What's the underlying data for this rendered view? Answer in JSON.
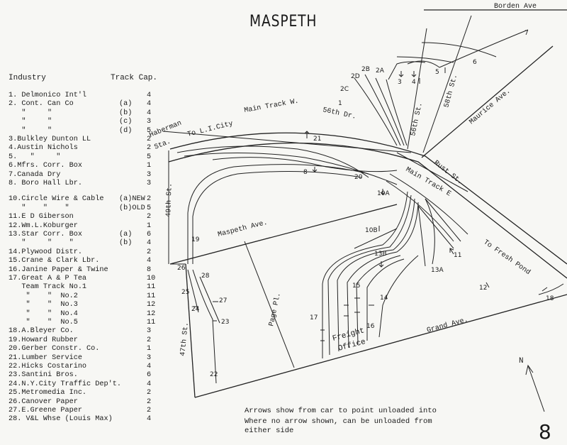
{
  "title": "MASPETH",
  "legend_header": {
    "industry": "Industry",
    "track_cap": "Track Cap."
  },
  "industries": [
    {
      "name": "1. Delmonico Int'l",
      "sub": "",
      "cap": "4"
    },
    {
      "name": "2. Cont. Can Co",
      "sub": "(a)",
      "cap": "4"
    },
    {
      "name": "   \"     \"",
      "sub": "(b)",
      "cap": "4"
    },
    {
      "name": "   \"     \"",
      "sub": "(c)",
      "cap": "3"
    },
    {
      "name": "   \"     \"",
      "sub": "(d)",
      "cap": "5"
    },
    {
      "name": "3.Bulkley Dunton LL",
      "sub": "",
      "cap": "2"
    },
    {
      "name": "4.Austin Nichols",
      "sub": "",
      "cap": "2"
    },
    {
      "name": "5.   \"     \"",
      "sub": "",
      "cap": "5"
    },
    {
      "name": "6.Mfrs. Corr. Box",
      "sub": "",
      "cap": "1"
    },
    {
      "name": "7.Canada Dry",
      "sub": "",
      "cap": "3"
    },
    {
      "name": "8. Boro Hall Lbr.",
      "sub": "",
      "cap": "3"
    },
    {
      "name": "10.Circle Wire & Cable",
      "sub": "(a)NEW",
      "cap": "2"
    },
    {
      "name": "   \"    \"    \"",
      "sub": "(b)OLD",
      "cap": "5"
    },
    {
      "name": "11.E D Giberson",
      "sub": "",
      "cap": "2"
    },
    {
      "name": "12.Wm.L.Koburger",
      "sub": "",
      "cap": "1"
    },
    {
      "name": "13.Star Corr. Box",
      "sub": "(a)",
      "cap": "6"
    },
    {
      "name": "   \"     \"    \"",
      "sub": "(b)",
      "cap": "4"
    },
    {
      "name": "14.Plywood Distr.",
      "sub": "",
      "cap": "2"
    },
    {
      "name": "15.Crane & Clark Lbr.",
      "sub": "",
      "cap": "4"
    },
    {
      "name": "16.Janine Paper & Twine",
      "sub": "",
      "cap": "8"
    },
    {
      "name": "17.Great A & P Tea",
      "sub": "",
      "cap": "10"
    },
    {
      "name": "   Team Track No.1",
      "sub": "",
      "cap": "11"
    },
    {
      "name": "    \"    \"  No.2",
      "sub": "",
      "cap": "11"
    },
    {
      "name": "    \"    \"  No.3",
      "sub": "",
      "cap": "12"
    },
    {
      "name": "    \"    \"  No.4",
      "sub": "",
      "cap": "12"
    },
    {
      "name": "    \"    \"  No.5",
      "sub": "",
      "cap": "11"
    },
    {
      "name": "18.A.Bleyer Co.",
      "sub": "",
      "cap": "3"
    },
    {
      "name": "19.Howard Rubber",
      "sub": "",
      "cap": "2"
    },
    {
      "name": "20.Gerber Constr. Co.",
      "sub": "",
      "cap": "1"
    },
    {
      "name": "21.Lumber Service",
      "sub": "",
      "cap": "3"
    },
    {
      "name": "22.Hicks Costarino",
      "sub": "",
      "cap": "4"
    },
    {
      "name": "23.Santini Bros.",
      "sub": "",
      "cap": "6"
    },
    {
      "name": "24.N.Y.City Traffic Dep't.",
      "sub": "",
      "cap": "4"
    },
    {
      "name": "25.Metromedia Inc.",
      "sub": "",
      "cap": "2"
    },
    {
      "name": "26.Canover Paper",
      "sub": "",
      "cap": "2"
    },
    {
      "name": "27.E.Greene Paper",
      "sub": "",
      "cap": "2"
    },
    {
      "name": "28. V&L Whse (Louis Max)",
      "sub": "",
      "cap": "4"
    }
  ],
  "streets": {
    "borden": "Borden Ave",
    "maurice": "Maurice Ave.",
    "st58": "58th St.",
    "st56": "56th St.",
    "dr56": "56th Dr.",
    "main_w": "Main Track W.",
    "to_li_city": "To L.I.City",
    "haberman": "Haberman",
    "sta": "Sta.",
    "rust": "Rust St.",
    "main_e": "Main Track E",
    "st49": "49th St.",
    "maspeth_ave": "Maspeth Ave.",
    "to_fresh_pond": "To Fresh Pond",
    "page_pl": "Page Pl.",
    "st47": "47th St.",
    "grand": "Grand Ave.",
    "freight": "Freight",
    "office": "Office",
    "north": "N"
  },
  "siding_numbers": {
    "n1": "1",
    "n2a": "2A",
    "n2b": "2B",
    "n2c": "2C",
    "n2d": "2D",
    "n3": "3",
    "n4": "4",
    "n5": "5",
    "n6": "6",
    "n7": "7",
    "n8": "8",
    "n10a": "10A",
    "n10b": "10B",
    "n11": "11",
    "n12": "12",
    "n13a": "13A",
    "n13b": "13B",
    "n14": "14",
    "n15": "15",
    "n16": "16",
    "n17": "17",
    "n18": "18",
    "n19": "19",
    "n20": "20",
    "n21": "21",
    "n22": "22",
    "n23": "23",
    "n24": "24",
    "n25": "25",
    "n26": "26",
    "n27": "27",
    "n28": "28"
  },
  "notes": {
    "line1": "Arrows show from car to point unloaded into",
    "line2": "Where no arrow shown, can be unloaded from",
    "line3": "either side"
  },
  "page_number": "8"
}
